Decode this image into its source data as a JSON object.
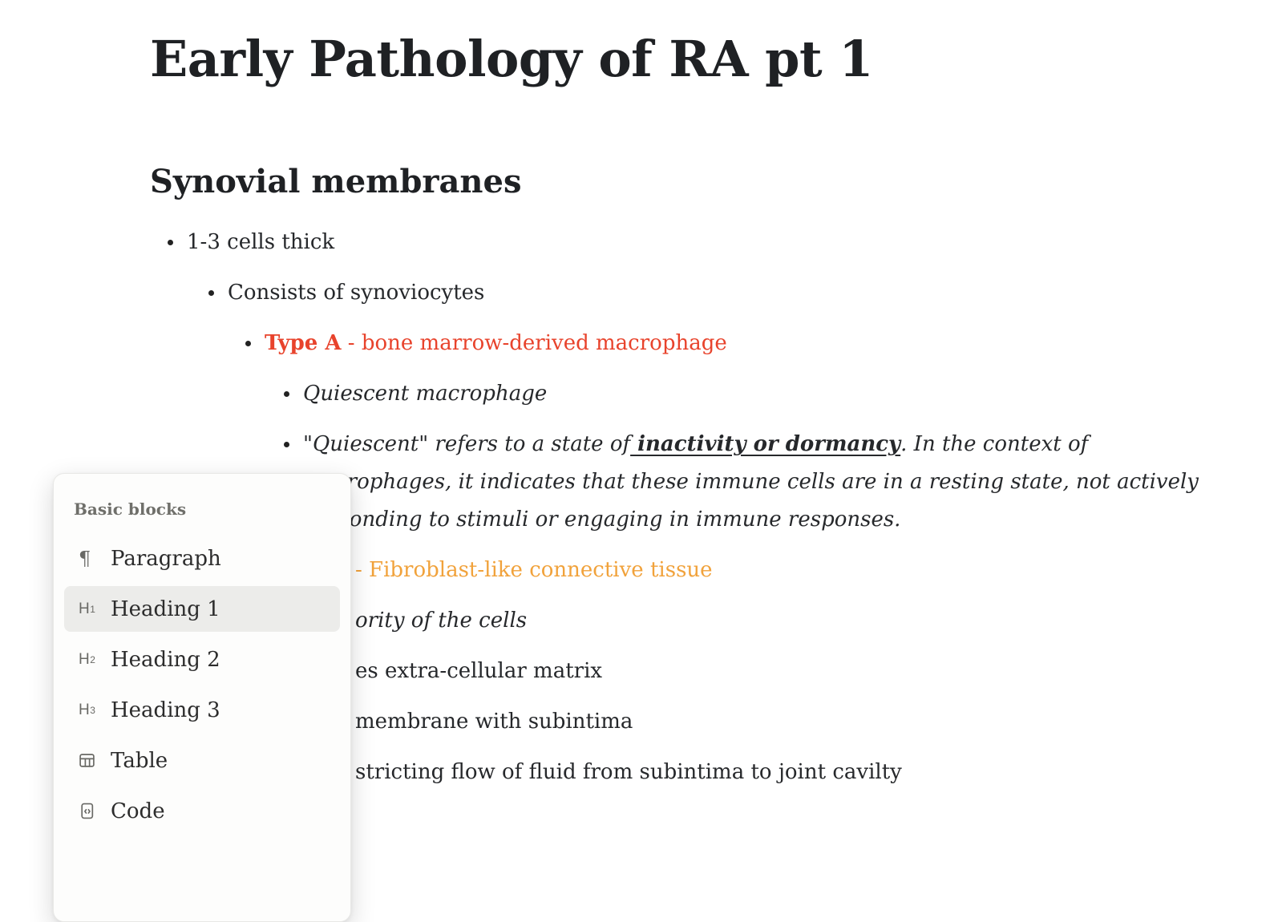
{
  "colors": {
    "accent_red": "#e8432c",
    "accent_orange": "#f1a23b",
    "menu_highlight": "#ececea"
  },
  "document": {
    "title": "Early Pathology of RA pt 1",
    "heading": "Synovial membranes",
    "bullets": {
      "b1": "1-3 cells thick",
      "b2": "Consists of synoviocytes",
      "b3_label": "Type A",
      "b3_rest": " - bone marrow-derived macrophage",
      "b4": "Quiescent macrophage",
      "b5_pre": "\"Quiescent\" refers to a state of",
      "b5_underline": " inactivity or dormancy",
      "b5_post": ". In the context of macrophages, it indicates that these immune cells are in a resting state, not actively responding to stimuli or engaging in immune responses.",
      "b6": "- Fibroblast-like connective tissue",
      "b7": "ority of the cells",
      "b8": "es extra-cellular matrix",
      "b9": "membrane with subintima",
      "b10": "stricting flow of fluid from subintima to joint cavilty"
    }
  },
  "menu": {
    "section_label": "Basic blocks",
    "items": [
      {
        "label": "Paragraph",
        "icon": "paragraph-icon",
        "selected": false
      },
      {
        "label": "Heading 1",
        "icon": "heading-1-icon",
        "selected": true
      },
      {
        "label": "Heading 2",
        "icon": "heading-2-icon",
        "selected": false
      },
      {
        "label": "Heading 3",
        "icon": "heading-3-icon",
        "selected": false
      },
      {
        "label": "Table",
        "icon": "table-icon",
        "selected": false
      },
      {
        "label": "Code",
        "icon": "code-icon",
        "selected": false
      }
    ]
  }
}
